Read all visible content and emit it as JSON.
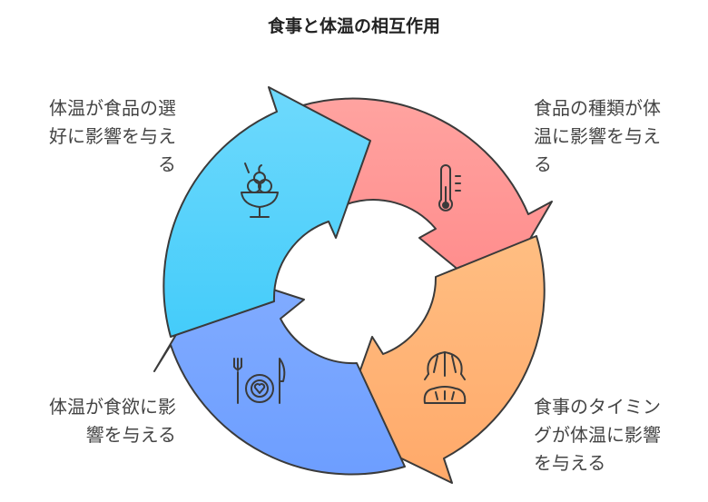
{
  "title": "食事と体温の相互作用",
  "labels": {
    "top_left": [
      "体温が食品の選",
      "好に影響を与え",
      "る"
    ],
    "top_right": [
      "食品の種類が体",
      "温に影響を与え",
      "る"
    ],
    "bottom_left": [
      "体温が食欲に影",
      "響を与える"
    ],
    "bottom_right": [
      "食事のタイミン",
      "グが体温に影響",
      "を与える"
    ]
  },
  "segments": [
    {
      "name": "top-right",
      "color": "#FF8F8F",
      "icon": "thermometer-icon"
    },
    {
      "name": "bottom-right",
      "color": "#FFB374",
      "icon": "croissant-bread-icon"
    },
    {
      "name": "bottom-left",
      "color": "#7BA7FF",
      "icon": "plate-cutlery-icon"
    },
    {
      "name": "top-left",
      "color": "#52D2FA",
      "icon": "ice-cream-sundae-icon"
    }
  ]
}
